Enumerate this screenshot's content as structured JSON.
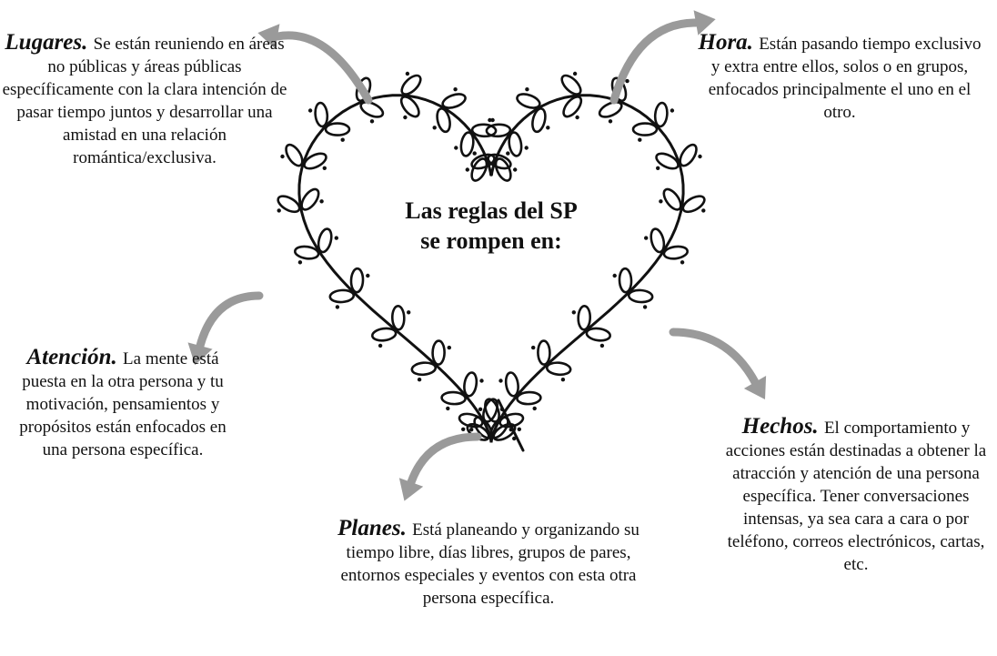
{
  "center": {
    "line1": "Las reglas del SP",
    "line2": "se rompen en:"
  },
  "blocks": {
    "lugares": {
      "title": "Lugares.",
      "text": "Se están reuniendo en áreas no públicas y áreas públicas específicamente con la clara intención de pasar tiempo juntos y desarrollar una amistad en una relación romántica/exclusiva."
    },
    "hora": {
      "title": "Hora.",
      "text": "Están pasando tiempo exclusivo y extra entre ellos, solos o en grupos, enfocados principalmente el uno en el otro."
    },
    "atencion": {
      "title": "Atención.",
      "text": "La mente está puesta en la otra persona y tu motivación, pensamientos y propósitos están enfocados en una persona específica."
    },
    "hechos": {
      "title": "Hechos.",
      "text": "El comportamiento y acciones están destinadas a obtener la atracción y atención de una persona específica. Tener conversaciones intensas, ya sea cara a cara o por teléfono, correos electrónicos, cartas, etc."
    },
    "planes": {
      "title": "Planes.",
      "text": "Está planeando y organizando su tiempo libre, días libres, grupos de pares, entornos especiales y eventos con esta otra persona específica."
    }
  },
  "colors": {
    "ink": "#111111",
    "arrow": "#9a9a9a",
    "background": "#ffffff"
  },
  "icons": [
    "heart-wreath-icon",
    "curved-arrow-icon"
  ]
}
